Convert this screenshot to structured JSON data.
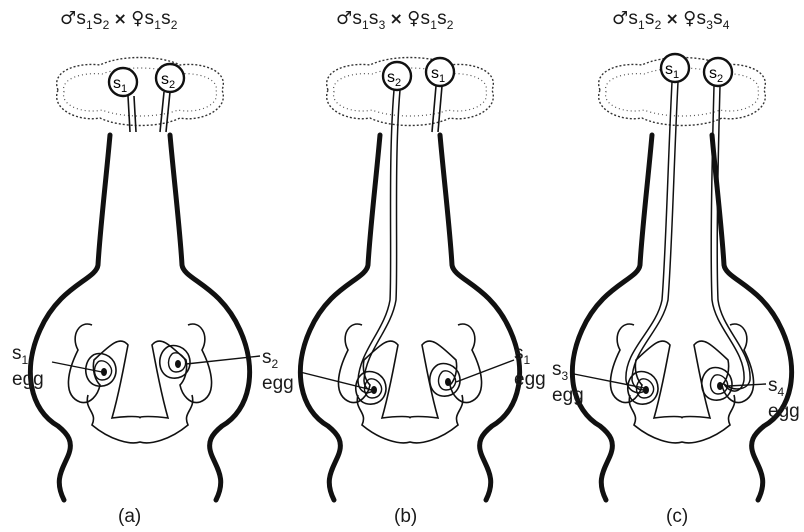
{
  "crosses": [
    {
      "male_symbol": "♂",
      "male": [
        "s",
        "1",
        "s",
        "2"
      ],
      "times": "×",
      "female_symbol": "♀",
      "female": [
        "s",
        "1",
        "s",
        "2"
      ]
    },
    {
      "male_symbol": "♂",
      "male": [
        "s",
        "1",
        "s",
        "3"
      ],
      "times": "×",
      "female_symbol": "♀",
      "female": [
        "s",
        "1",
        "s",
        "2"
      ]
    },
    {
      "male_symbol": "♂",
      "male": [
        "s",
        "1",
        "s",
        "2"
      ],
      "times": "×",
      "female_symbol": "♀",
      "female": [
        "s",
        "3",
        "s",
        "4"
      ]
    }
  ],
  "pollen": [
    [
      {
        "s": "s",
        "n": "1"
      },
      {
        "s": "s",
        "n": "2"
      }
    ],
    [
      {
        "s": "s",
        "n": "2"
      },
      {
        "s": "s",
        "n": "1"
      }
    ],
    [
      {
        "s": "s",
        "n": "1"
      },
      {
        "s": "s",
        "n": "2"
      }
    ]
  ],
  "eggs": [
    {
      "s": "s",
      "n": "1",
      "word": "egg"
    },
    {
      "s": "s",
      "n": "2",
      "word": "egg"
    },
    {
      "s": "s",
      "n": "1",
      "word": "egg"
    },
    {
      "s": "s",
      "n": "3",
      "word": "egg"
    },
    {
      "s": "s",
      "n": "4",
      "word": "egg"
    }
  ],
  "panel_labels": [
    "(a)",
    "(b)",
    "(c)"
  ]
}
